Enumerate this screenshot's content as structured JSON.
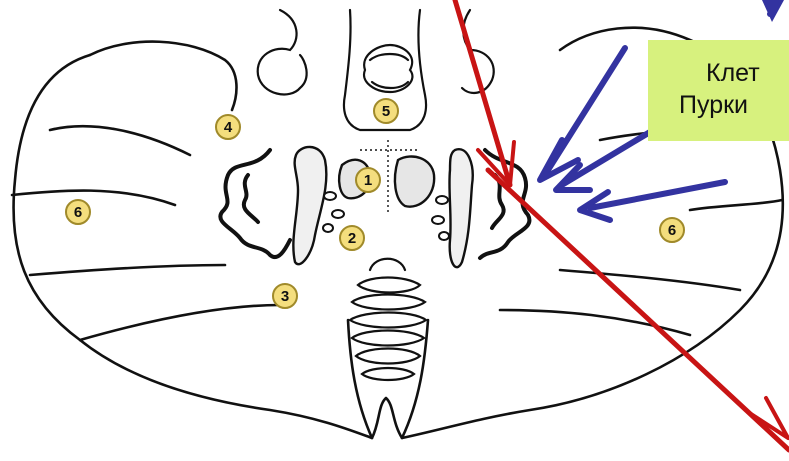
{
  "figure": {
    "markers": [
      {
        "id": "1",
        "text": "1"
      },
      {
        "id": "2",
        "text": "2"
      },
      {
        "id": "3",
        "text": "3"
      },
      {
        "id": "4",
        "text": "4"
      },
      {
        "id": "5",
        "text": "5"
      },
      {
        "id": "6a",
        "text": "6"
      },
      {
        "id": "6b",
        "text": "6"
      }
    ],
    "callout": {
      "line1": "Клет",
      "line2": "Пурки"
    },
    "colors": {
      "outline": "#111111",
      "marker_fill": "#f4de7e",
      "marker_stroke": "#a08a2a",
      "arrow_red": "#c81414",
      "arrow_blue": "#3333a0",
      "callout_bg": "#d7f17e"
    }
  }
}
